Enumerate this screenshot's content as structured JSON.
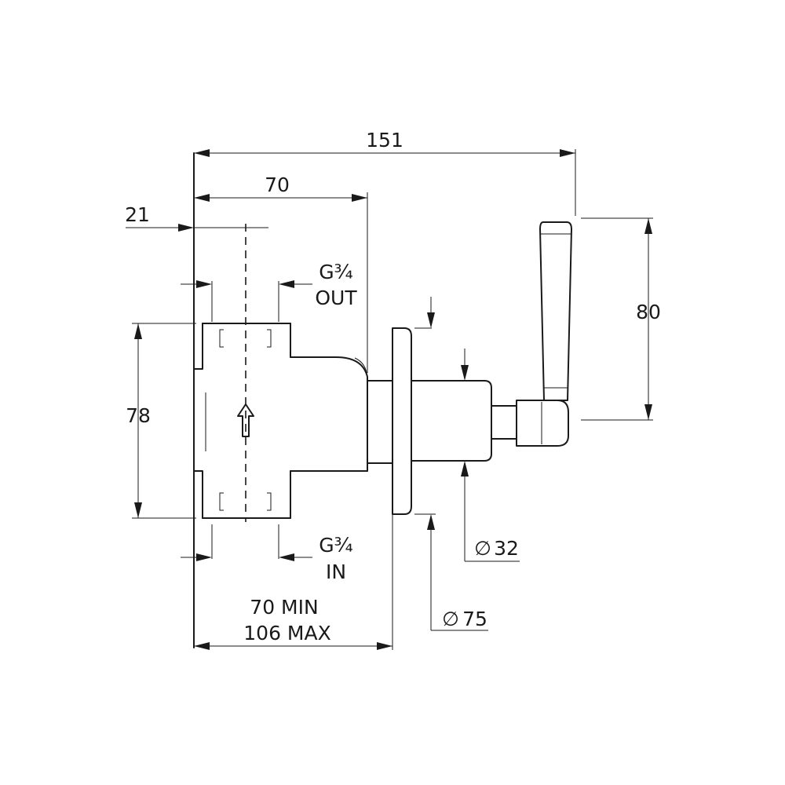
{
  "dimensions": {
    "overall_width": "151",
    "body_width": "70",
    "offset": "21",
    "body_height": "78",
    "handle_height": "80",
    "outlet_thread": "G¾",
    "outlet_label": "OUT",
    "inlet_thread": "G¾",
    "inlet_label": "IN",
    "depth_min": "70 MIN",
    "depth_max": "106 MAX",
    "diameter_spindle": "32",
    "diameter_plate": "75",
    "diameter_symbol": "∅"
  },
  "colors": {
    "line": "#1a1a1a",
    "background": "#ffffff"
  }
}
